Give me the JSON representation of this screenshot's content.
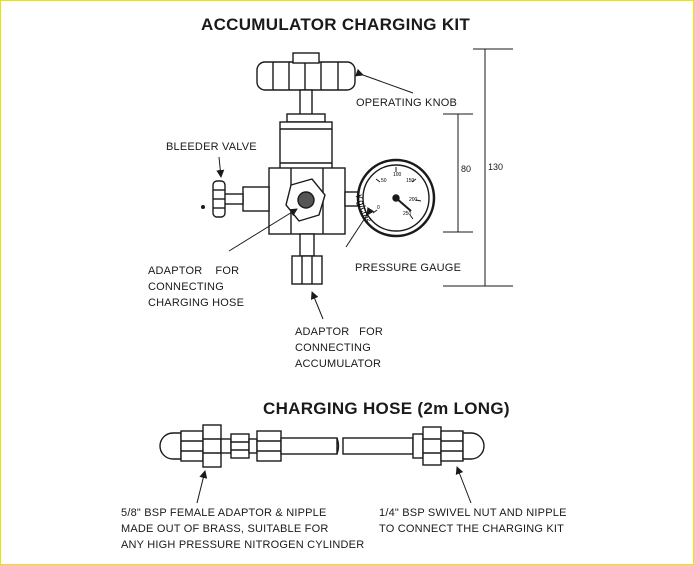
{
  "kit": {
    "title": "ACCUMULATOR CHARGING KIT",
    "labels": {
      "operating_knob": "OPERATING KNOB",
      "bleeder_valve": "BLEEDER VALVE",
      "adaptor_hose": "ADAPTOR    FOR\nCONNECTING\nCHARGING HOSE",
      "pressure_gauge": "PRESSURE GAUGE",
      "adaptor_accumulator": "ADAPTOR   FOR\nCONNECTING\nACCUMULATOR"
    },
    "dimensions": {
      "inner": "80",
      "outer": "130"
    },
    "gauge": {
      "unit": "Kg/cm²",
      "scale": [
        "0",
        "50",
        "100",
        "150",
        "200",
        "250"
      ]
    }
  },
  "hose": {
    "title": "CHARGING HOSE (2m LONG)",
    "left_caption": "5/8\" BSP FEMALE ADAPTOR & NIPPLE\nMADE OUT OF BRASS, SUITABLE FOR\nANY HIGH PRESSURE NITROGEN CYLINDER",
    "right_caption": "1/4\" BSP SWIVEL NUT AND NIPPLE\nTO CONNECT THE CHARGING KIT"
  }
}
